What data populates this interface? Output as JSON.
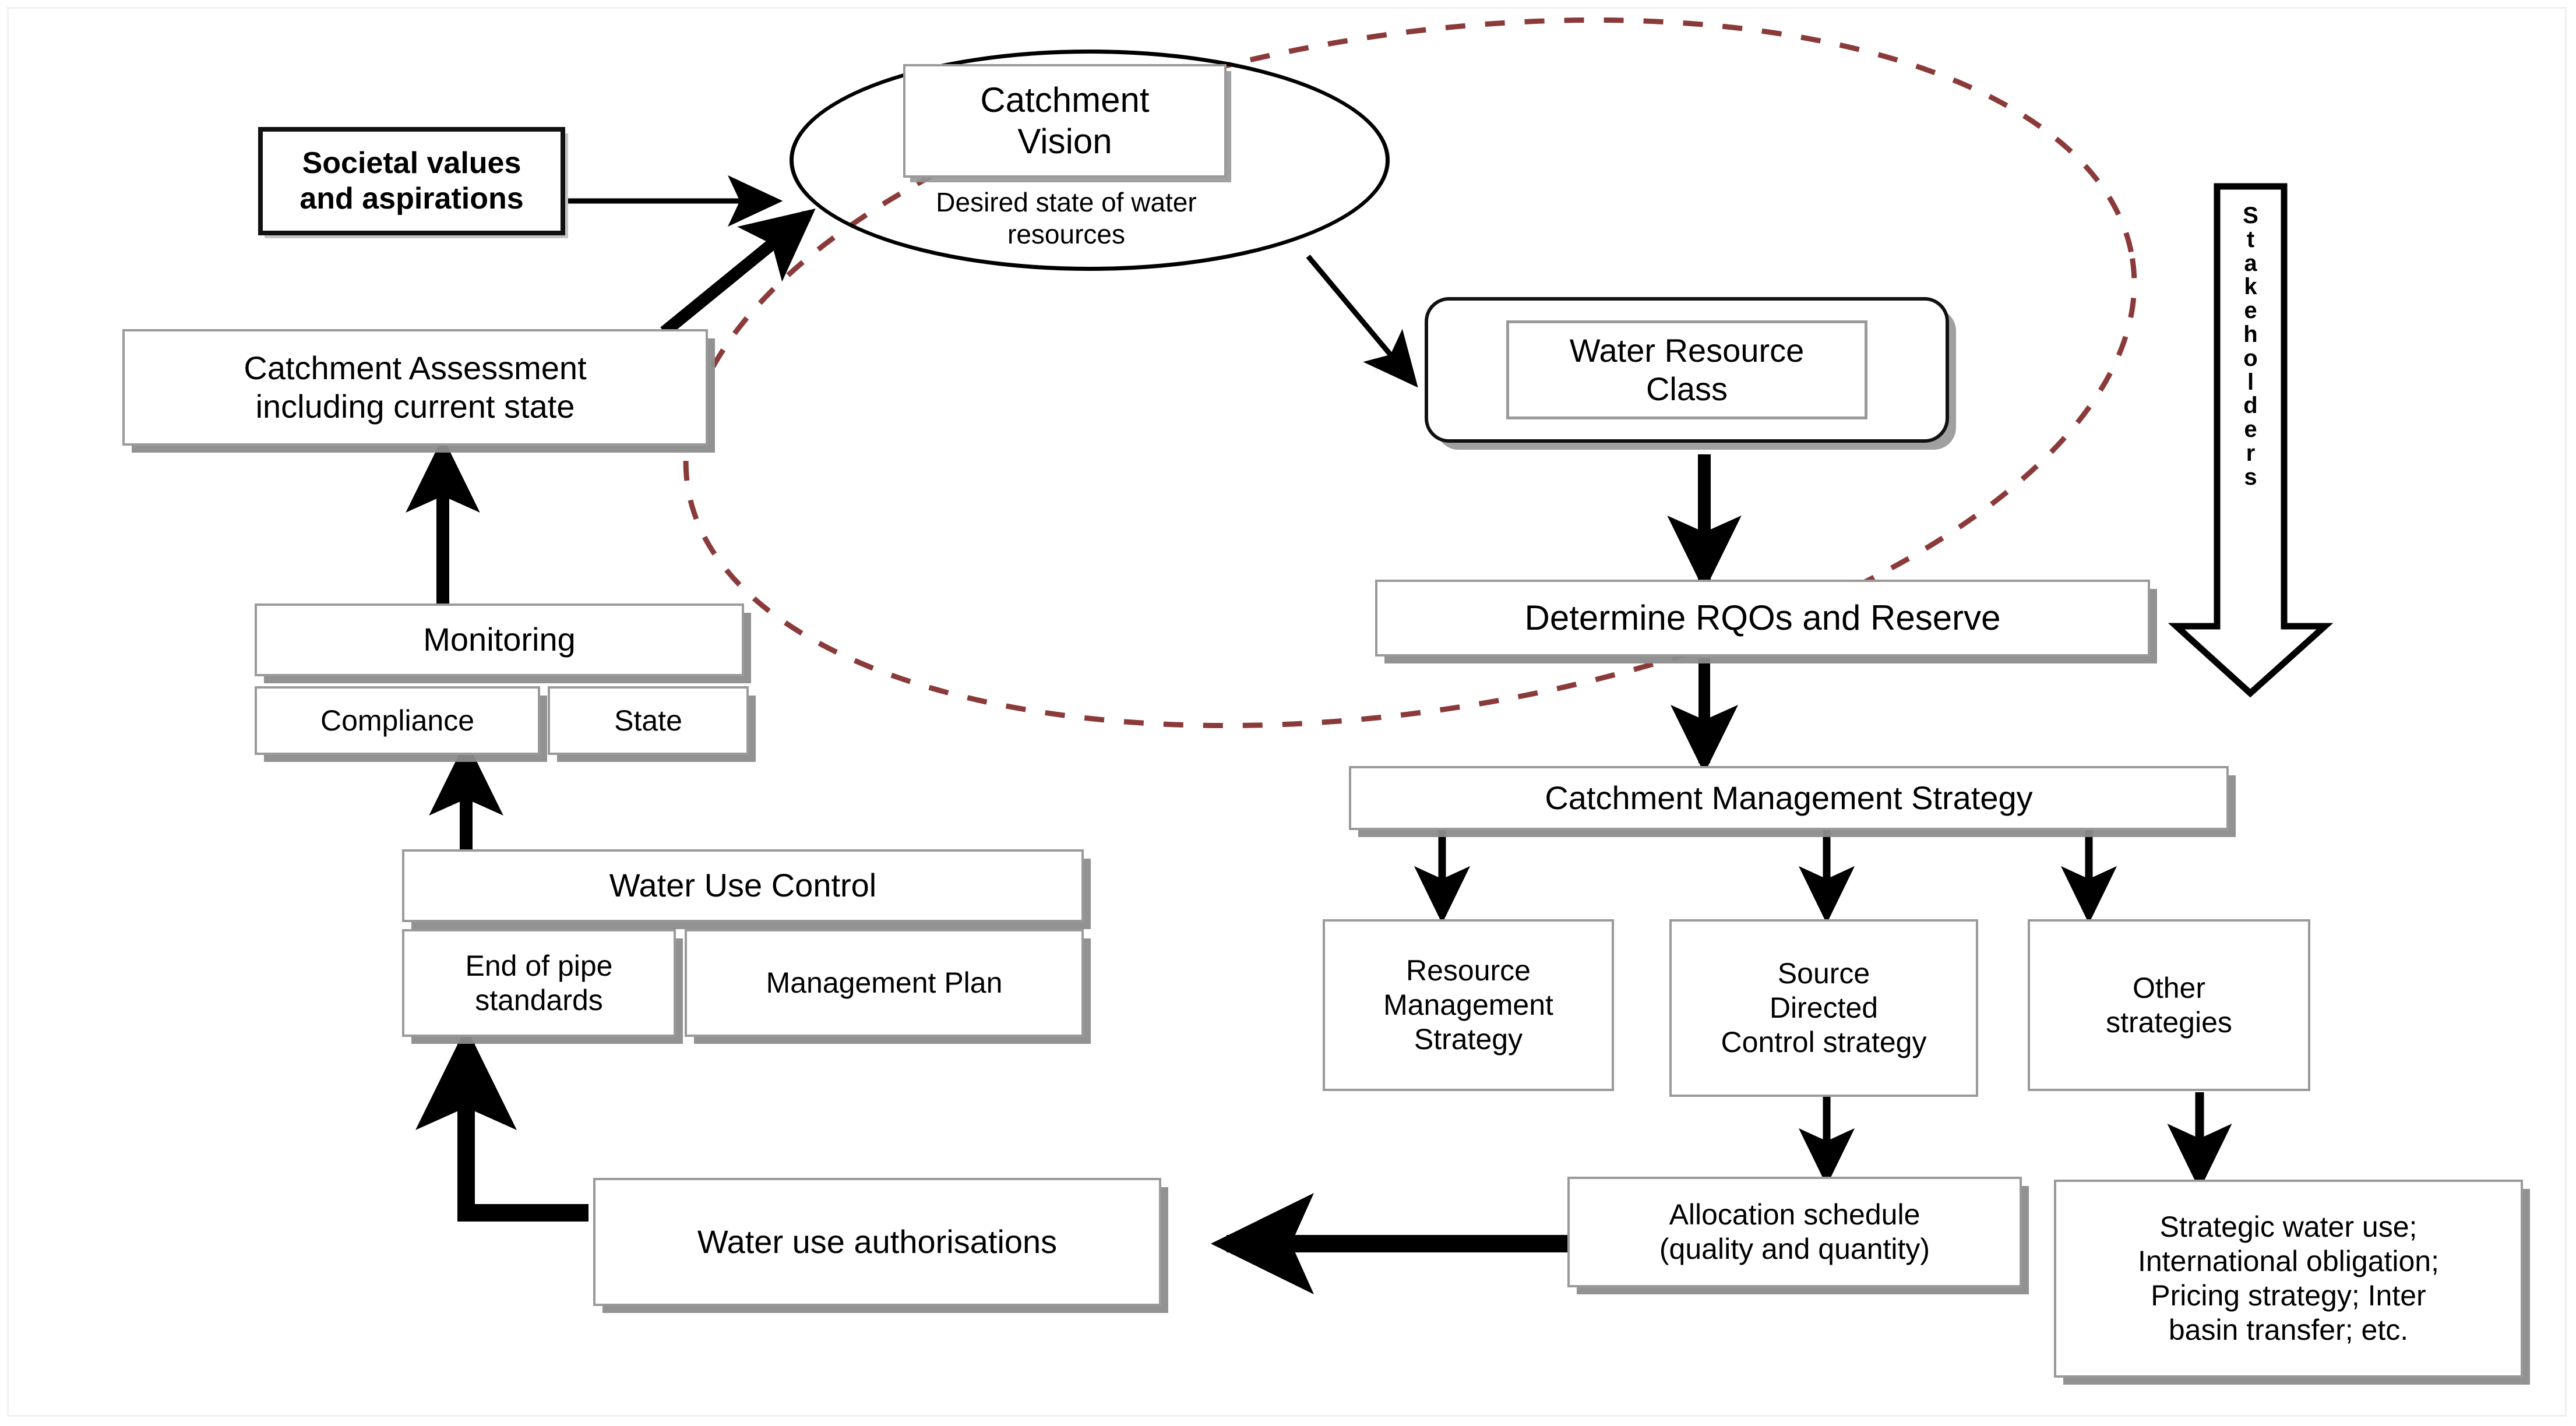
{
  "diagram": {
    "title": "Catchment water resource management process flow",
    "accent_dashed_boundary_color": "#8B3A3A",
    "node_border_color": "#9A9A9A",
    "node_shadow_color": "#8C8C8C",
    "emphasis_border_color": "#111111"
  },
  "nodes": {
    "societal_values": "Societal values\nand aspirations",
    "catchment_vision": "Catchment\nVision",
    "vision_subtitle": "Desired state of water\nresources",
    "water_resource_class": "Water Resource\nClass",
    "determine_rqos": "Determine RQOs and Reserve",
    "catchment_management_strategy": "Catchment Management Strategy",
    "resource_management_strategy": "Resource\nManagement\nStrategy",
    "source_directed_control": "Source\nDirected\nControl strategy",
    "other_strategies": "Other\nstrategies",
    "strategic_water_use": "Strategic water use;\nInternational obligation;\nPricing strategy; Inter\nbasin transfer; etc.",
    "allocation_schedule": "Allocation schedule\n(quality and quantity)",
    "water_use_authorisations": "Water use authorisations",
    "water_use_control": "Water Use Control",
    "end_of_pipe_standards": "End of pipe\nstandards",
    "management_plan": "Management Plan",
    "monitoring": "Monitoring",
    "compliance": "Compliance",
    "state": "State",
    "catchment_assessment": "Catchment Assessment\nincluding current state"
  },
  "stakeholders": {
    "label": "Stakeholders",
    "letters": [
      "S",
      "t",
      "a",
      "k",
      "e",
      "h",
      "o",
      "l",
      "d",
      "e",
      "r",
      "s"
    ]
  }
}
